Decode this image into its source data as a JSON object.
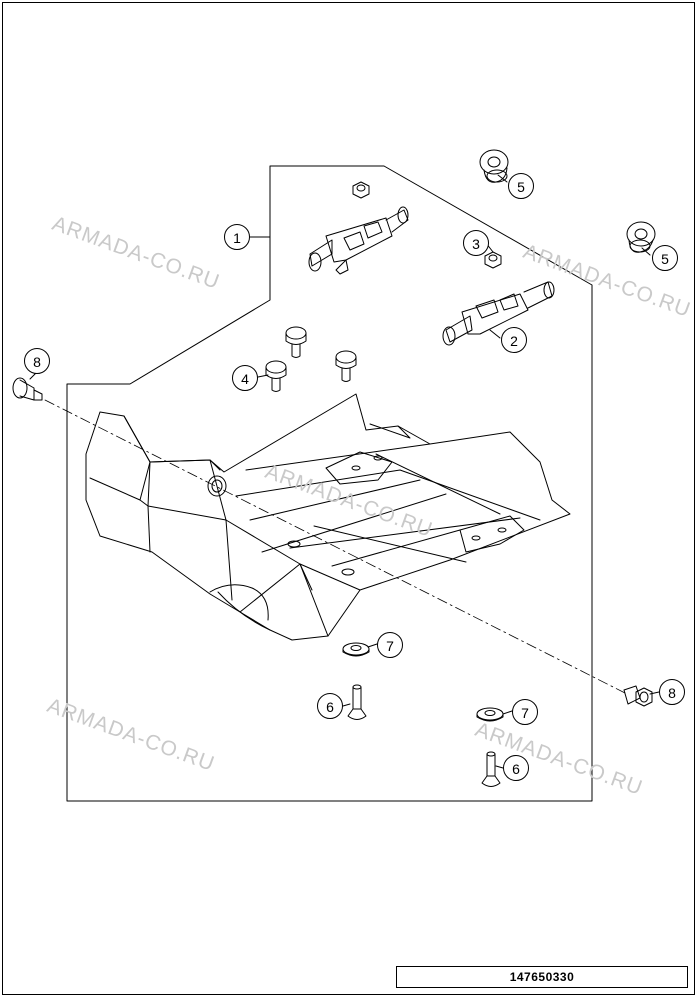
{
  "watermark": {
    "text": "ARMADA-CO.RU"
  },
  "callouts": {
    "c1": "1",
    "c2": "2",
    "c3": "3",
    "c4": "4",
    "c5a": "5",
    "c5b": "5",
    "c6a": "6",
    "c6b": "6",
    "c7a": "7",
    "c7b": "7",
    "c8a": "8",
    "c8b": "8"
  },
  "drawing_number": "147650330"
}
